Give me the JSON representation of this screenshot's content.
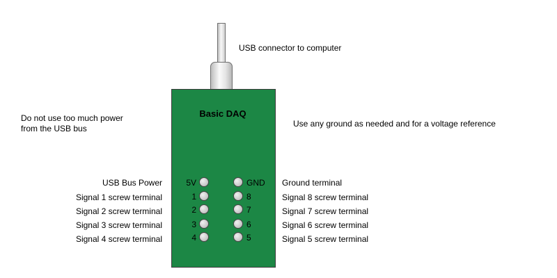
{
  "usb_label": "USB connector to computer",
  "power_note": [
    "Do not use too much power",
    "from the USB bus"
  ],
  "ground_note": "Use any ground as needed and for a voltage reference",
  "board_title": "Basic DAQ",
  "left_pins": [
    {
      "pin": "5V",
      "desc": "USB Bus Power"
    },
    {
      "pin": "1",
      "desc": "Signal 1 screw terminal"
    },
    {
      "pin": "2",
      "desc": "Signal 2 screw terminal"
    },
    {
      "pin": "3",
      "desc": "Signal 3 screw terminal"
    },
    {
      "pin": "4",
      "desc": "Signal 4 screw terminal"
    }
  ],
  "right_pins": [
    {
      "pin": "GND",
      "desc": "Ground terminal"
    },
    {
      "pin": "8",
      "desc": "Signal 8 screw terminal"
    },
    {
      "pin": "7",
      "desc": "Signal 7 screw terminal"
    },
    {
      "pin": "6",
      "desc": "Signal 6 screw terminal"
    },
    {
      "pin": "5",
      "desc": "Signal 5 screw terminal"
    }
  ],
  "colors": {
    "board": "#1c8745",
    "pin": "#c4c4c4"
  }
}
